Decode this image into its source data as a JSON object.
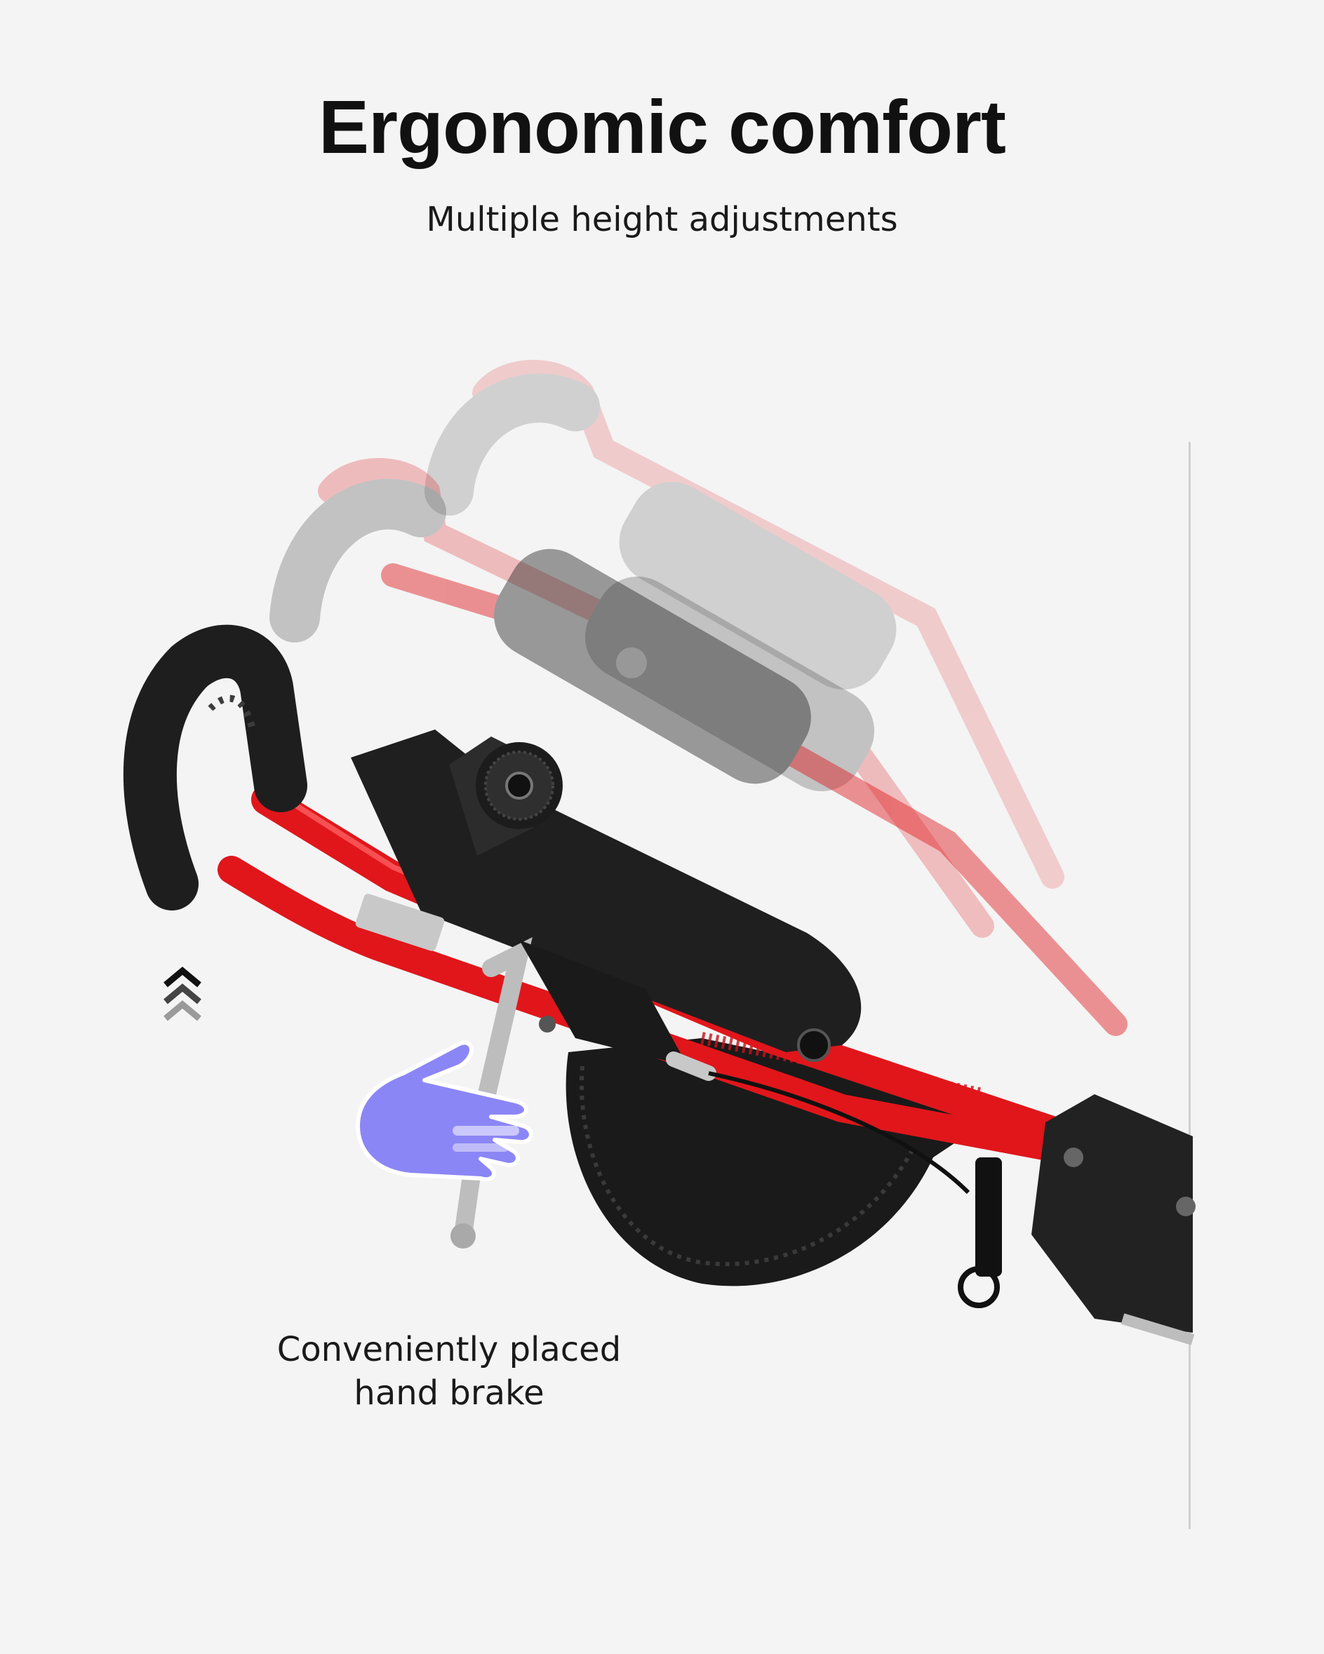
{
  "header": {
    "title": "Ergonomic comfort",
    "subtitle": "Multiple height adjustments"
  },
  "feature": {
    "caption_line1": "Conveniently placed",
    "caption_line2": "hand brake"
  },
  "icons": {
    "chevrons": "double-chevron-up-icon",
    "hand": "hand-pointing-icon"
  },
  "colors": {
    "background": "#f4f4f4",
    "frame_red": "#e0161b",
    "grip_black": "#1e1e1e",
    "hand_purple": "#8b86f5"
  }
}
